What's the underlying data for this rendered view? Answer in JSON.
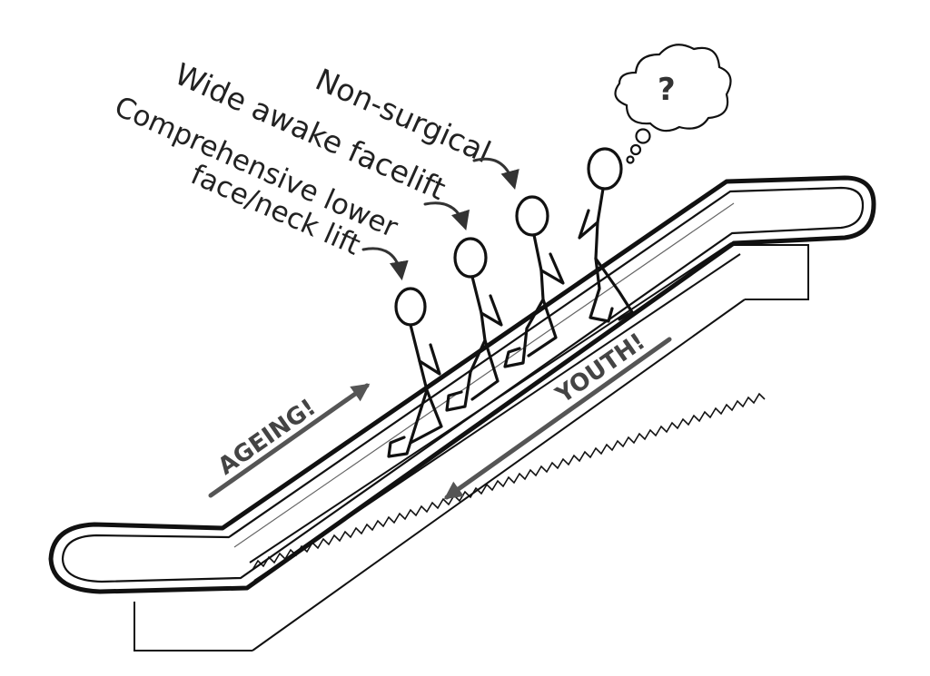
{
  "labels": {
    "non_surgical": "Non-surgical",
    "wide_awake": "Wide awake facelift",
    "comprehensive_line1": "Comprehensive lower",
    "comprehensive_line2": "face/neck lift",
    "ageing": "AGEING!",
    "youth": "YOUTH!",
    "thought": "?"
  },
  "colors": {
    "ink": "#111111",
    "arrow": "#555555",
    "text": "#222222"
  }
}
